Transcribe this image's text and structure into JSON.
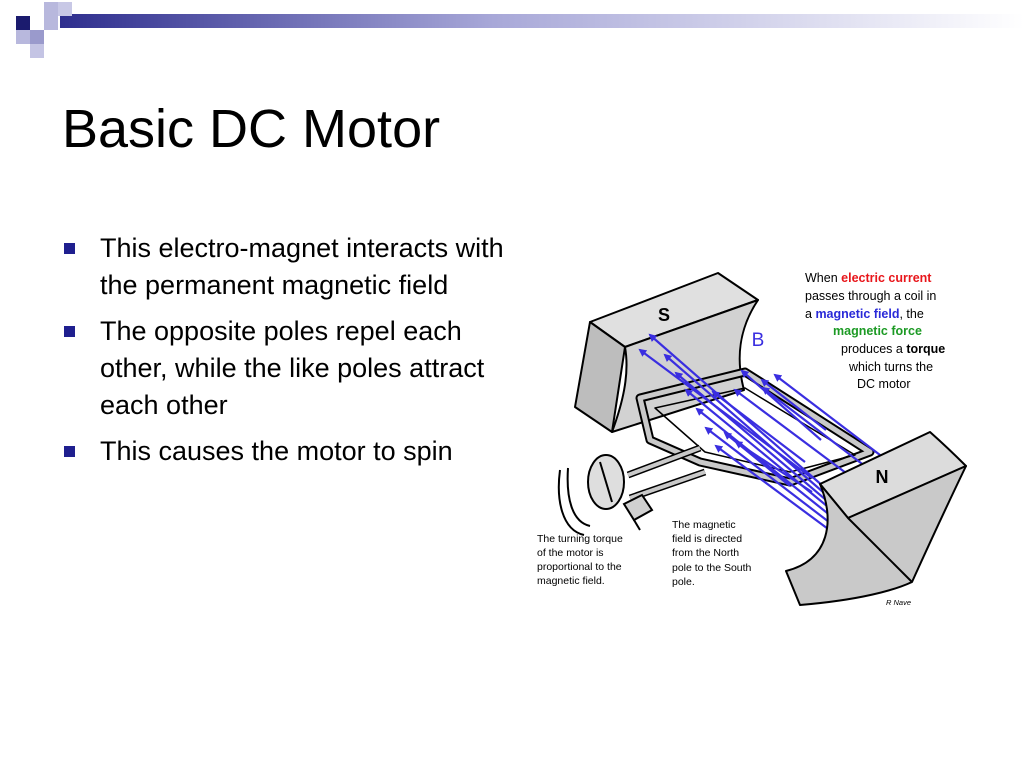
{
  "slide": {
    "title": "Basic DC Motor",
    "bullets": [
      "This electro-magnet interacts with the permanent magnetic field",
      "The opposite poles repel each other, while the like poles attract each other",
      "This causes the motor to spin"
    ]
  },
  "diagram": {
    "south_label": "S",
    "north_label": "N",
    "field_label": "B",
    "explanation": {
      "l1_a": "When ",
      "l1_b": "electric current",
      "l2": "passes through a  coil in",
      "l3_a": "a ",
      "l3_b": "magnetic field",
      "l3_c": ", the",
      "l4": "magnetic force",
      "l5_a": "produces a ",
      "l5_b": "torque",
      "l6": "which turns the",
      "l7": "DC motor"
    },
    "torque_note": [
      "The turning torque",
      "of the motor is",
      "proportional to the",
      "magnetic field."
    ],
    "field_note": [
      "The magnetic",
      "field is directed",
      "from the  North",
      "pole to the South",
      "pole."
    ],
    "credit": "R Nave",
    "colors": {
      "field_line": "#3a2ee0",
      "electric_current": "#e8161b",
      "magnetic_field": "#2a2ad8",
      "magnetic_force": "#1c9a24",
      "title_bar": "#2e2e8e"
    }
  }
}
